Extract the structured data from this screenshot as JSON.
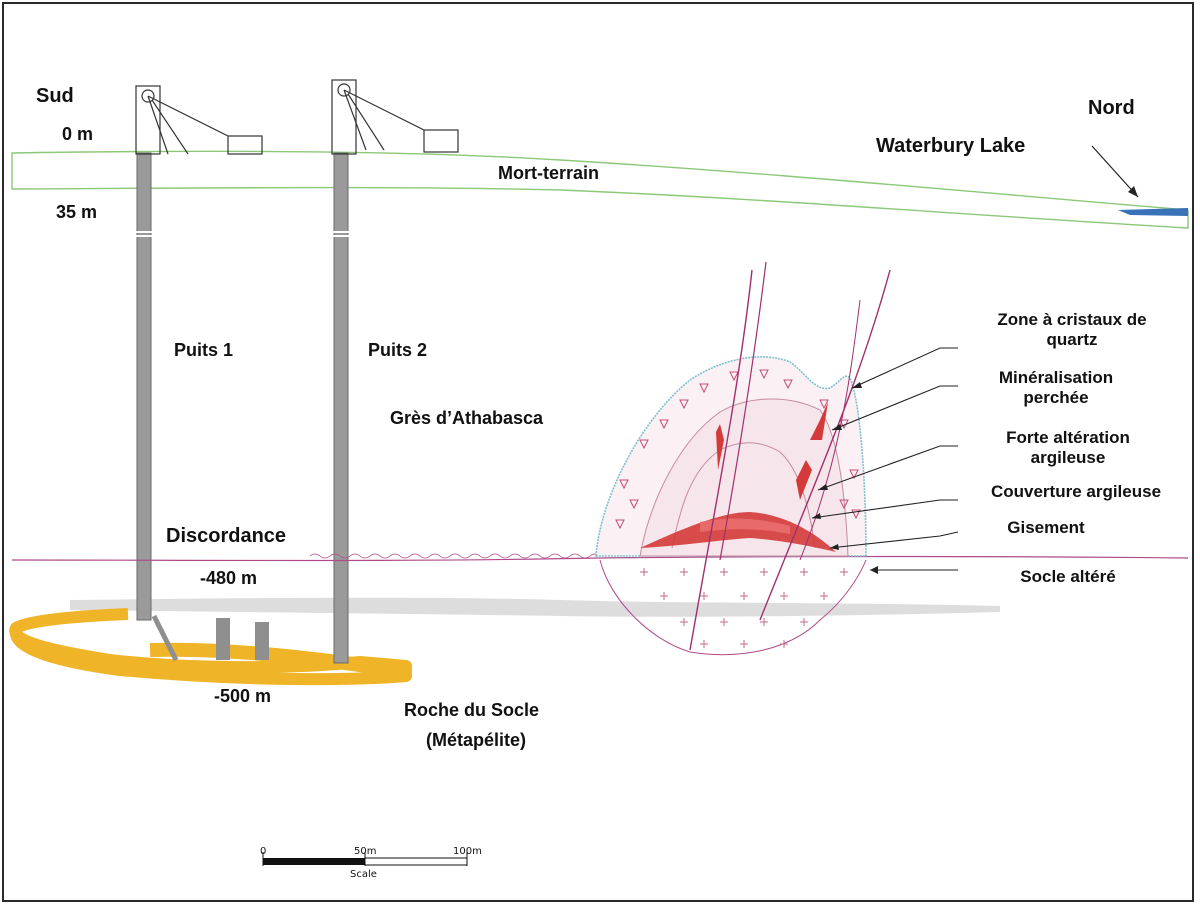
{
  "labels": {
    "sud": "Sud",
    "nord": "Nord",
    "depth_0": "0 m",
    "depth_35": "35 m",
    "depth_480": "-480 m",
    "depth_500": "-500 m",
    "lake": "Waterbury Lake",
    "overburden": "Mort-terrain",
    "shaft1": "Puits 1",
    "shaft2": "Puits 2",
    "sandstone": "Grès d’Athabasca",
    "unconformity": "Discordance",
    "basement": "Roche du Socle",
    "basement_type": "(Métapélite)"
  },
  "legend": [
    {
      "line1": "Zone à cristaux de",
      "line2": "quartz"
    },
    {
      "line1": "Minéralisation",
      "line2": "perchée"
    },
    {
      "line1": "Forte altération",
      "line2": "argileuse"
    },
    {
      "line1": "Couverture argileuse",
      "line2": ""
    },
    {
      "line1": "Gisement",
      "line2": ""
    },
    {
      "line1": "Socle altéré",
      "line2": ""
    }
  ],
  "scale": {
    "tick0": "0",
    "tick1": "50m",
    "tick2": "100m",
    "title": "Scale"
  },
  "colors": {
    "overburden_line": "#8cc878",
    "unconformity": "#b04a8a",
    "fault": "#a0306a",
    "ore": "#d43a3a",
    "halo_outline": "#7ec0d0",
    "mine_workings": "#f0b428",
    "development_level": "#d9d9d9",
    "shaft": "#9a9a9a",
    "lake": "#3a72b8"
  }
}
